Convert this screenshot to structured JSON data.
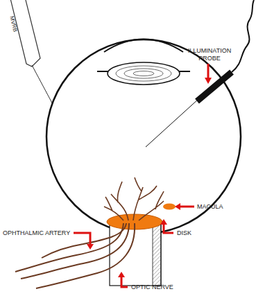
{
  "diagram": {
    "labels": [
      "MVRB",
      "ILLUMINATION PROBE",
      "MACULA",
      "DISK",
      "OPHTHALMIC ARTERY",
      "OPTIC NERVE"
    ]
  }
}
